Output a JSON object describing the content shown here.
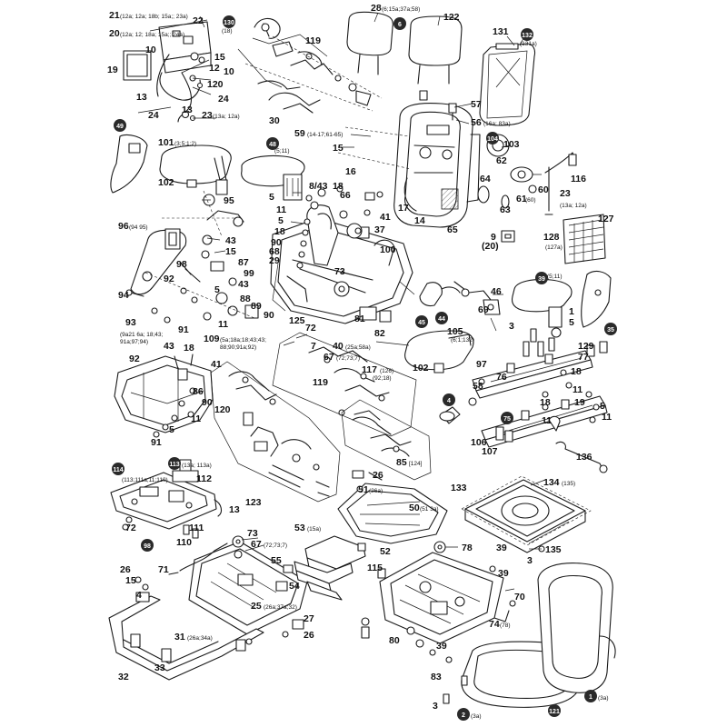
{
  "diagram": {
    "labels": [
      {
        "id": "L21",
        "t": "21"
      },
      {
        "id": "L21s",
        "t": "(12a; 12a; 18b; 15a;; 23a)"
      },
      {
        "id": "L22",
        "t": "22"
      },
      {
        "id": "L20",
        "t": "20"
      },
      {
        "id": "L20s",
        "t": "(12a; 12; 18a; 15a;; 24a)"
      },
      {
        "id": "L10",
        "t": "10"
      },
      {
        "id": "L15",
        "t": "15"
      },
      {
        "id": "L19",
        "t": "19"
      },
      {
        "id": "L12",
        "t": "12"
      },
      {
        "id": "L10b",
        "t": "10"
      },
      {
        "id": "L120",
        "t": "120"
      },
      {
        "id": "L13",
        "t": "13"
      },
      {
        "id": "L24a",
        "t": "24"
      },
      {
        "id": "L24b",
        "t": "24"
      },
      {
        "id": "L13b",
        "t": "13"
      },
      {
        "id": "L23",
        "t": "23"
      },
      {
        "id": "L23s",
        "t": "(13a; 12a)"
      },
      {
        "id": "L130",
        "t": "(18)"
      },
      {
        "id": "L119",
        "t": "119"
      },
      {
        "id": "L30",
        "t": "30"
      },
      {
        "id": "L28",
        "t": "28"
      },
      {
        "id": "L28s",
        "t": "(6;15a;37a;58)"
      },
      {
        "id": "L122",
        "t": "122"
      },
      {
        "id": "L131",
        "t": "131"
      },
      {
        "id": "L132s",
        "t": "(131a)"
      },
      {
        "id": "L57",
        "t": "57"
      },
      {
        "id": "L56",
        "t": "56"
      },
      {
        "id": "L56s",
        "t": "(16a; 83a)"
      },
      {
        "id": "L59",
        "t": "59"
      },
      {
        "id": "L59s",
        "t": "(14-17;61-65)"
      },
      {
        "id": "L15c",
        "t": "15"
      },
      {
        "id": "L16",
        "t": "16"
      },
      {
        "id": "L103",
        "t": "103"
      },
      {
        "id": "L62",
        "t": "62"
      },
      {
        "id": "L116",
        "t": "116"
      },
      {
        "id": "L64",
        "t": "64"
      },
      {
        "id": "L60",
        "t": "60"
      },
      {
        "id": "L61",
        "t": "61"
      },
      {
        "id": "L61s",
        "t": "(60)"
      },
      {
        "id": "L63",
        "t": "63"
      },
      {
        "id": "L23b",
        "t": "23"
      },
      {
        "id": "L23bs",
        "t": "(13a; 12a)"
      },
      {
        "id": "L127",
        "t": "127"
      },
      {
        "id": "L128",
        "t": "128"
      },
      {
        "id": "L128s",
        "t": "(127a)"
      },
      {
        "id": "L9",
        "t": "9"
      },
      {
        "id": "L20b",
        "t": "(20)"
      },
      {
        "id": "L101",
        "t": "101"
      },
      {
        "id": "L101s",
        "t": "(3;5;1;2)"
      },
      {
        "id": "L102",
        "t": "102"
      },
      {
        "id": "L48s",
        "t": "(5;11)"
      },
      {
        "id": "L8",
        "t": "8/43"
      },
      {
        "id": "L18",
        "t": "18"
      },
      {
        "id": "L66",
        "t": "66"
      },
      {
        "id": "L5",
        "t": "5"
      },
      {
        "id": "L11",
        "t": "11"
      },
      {
        "id": "L95",
        "t": "95"
      },
      {
        "id": "L96",
        "t": "96"
      },
      {
        "id": "L96s",
        "t": "(94 95)"
      },
      {
        "id": "L43",
        "t": "43"
      },
      {
        "id": "L15d",
        "t": "15"
      },
      {
        "id": "L87",
        "t": "87"
      },
      {
        "id": "L99",
        "t": "99"
      },
      {
        "id": "L98",
        "t": "98"
      },
      {
        "id": "L92",
        "t": "92"
      },
      {
        "id": "L43b",
        "t": "43"
      },
      {
        "id": "L5b",
        "t": "5"
      },
      {
        "id": "L88",
        "t": "88"
      },
      {
        "id": "L89",
        "t": "89"
      },
      {
        "id": "L90",
        "t": "90"
      },
      {
        "id": "L94",
        "t": "94"
      },
      {
        "id": "L93",
        "t": "93"
      },
      {
        "id": "L93s",
        "t": "(9a21 6a; 18;43;",
        "t2": "91a;97;94)"
      },
      {
        "id": "L91",
        "t": "91"
      },
      {
        "id": "L11b",
        "t": "11"
      },
      {
        "id": "L5c",
        "t": "5"
      },
      {
        "id": "L18b",
        "t": "18"
      },
      {
        "id": "L90b",
        "t": "90"
      },
      {
        "id": "L68",
        "t": "68"
      },
      {
        "id": "L29",
        "t": "29"
      },
      {
        "id": "L17",
        "t": "17"
      },
      {
        "id": "L14",
        "t": "14"
      },
      {
        "id": "L65",
        "t": "65"
      },
      {
        "id": "L41",
        "t": "41"
      },
      {
        "id": "L37",
        "t": "37"
      },
      {
        "id": "L100",
        "t": "100"
      },
      {
        "id": "L73",
        "t": "73"
      },
      {
        "id": "L125",
        "t": "125"
      },
      {
        "id": "L72",
        "t": "72"
      },
      {
        "id": "L81",
        "t": "81"
      },
      {
        "id": "L7",
        "t": "7"
      },
      {
        "id": "L40",
        "t": "40"
      },
      {
        "id": "L40s",
        "t": "(25a;58a)"
      },
      {
        "id": "L67",
        "t": "67"
      },
      {
        "id": "L67s",
        "t": "(72;73;7)"
      },
      {
        "id": "L82",
        "t": "82"
      },
      {
        "id": "L117",
        "t": "117"
      },
      {
        "id": "L117s",
        "t": "(126)",
        "t2": "(92;18)"
      },
      {
        "id": "L46",
        "t": "46"
      },
      {
        "id": "L69",
        "t": "69"
      },
      {
        "id": "L3",
        "t": "3"
      },
      {
        "id": "L105",
        "t": "105"
      },
      {
        "id": "L105s",
        "t": "(6;1;132)"
      },
      {
        "id": "L1",
        "t": "1"
      },
      {
        "id": "L5d",
        "t": "5"
      },
      {
        "id": "L39s",
        "t": "(5;11)"
      },
      {
        "id": "L43c",
        "t": "43"
      },
      {
        "id": "L18c",
        "t": "18"
      },
      {
        "id": "L109",
        "t": "109"
      },
      {
        "id": "L109s",
        "t": "(5a;18a;18;43;43;",
        "t2": "88;90;91a;92)"
      },
      {
        "id": "L41b",
        "t": "41"
      },
      {
        "id": "L92b",
        "t": "92"
      },
      {
        "id": "L86",
        "t": "86"
      },
      {
        "id": "L90c",
        "t": "90"
      },
      {
        "id": "L11c",
        "t": "11"
      },
      {
        "id": "L5e",
        "t": "5"
      },
      {
        "id": "L91b",
        "t": "91"
      },
      {
        "id": "L119b",
        "t": "119"
      },
      {
        "id": "L120b",
        "t": "120"
      },
      {
        "id": "L123",
        "t": "123"
      },
      {
        "id": "L85",
        "t": "85"
      },
      {
        "id": "L85s",
        "t": "[124]"
      },
      {
        "id": "L102b",
        "t": "102"
      },
      {
        "id": "L129",
        "t": "129"
      },
      {
        "id": "L77",
        "t": "77"
      },
      {
        "id": "L97",
        "t": "97"
      },
      {
        "id": "L76",
        "t": "76"
      },
      {
        "id": "L58",
        "t": "58"
      },
      {
        "id": "L18d",
        "t": "18"
      },
      {
        "id": "L11d",
        "t": "11"
      },
      {
        "id": "L19b",
        "t": "19"
      },
      {
        "id": "L18e",
        "t": "18"
      },
      {
        "id": "L11e",
        "t": "11"
      },
      {
        "id": "L106",
        "t": "106"
      },
      {
        "id": "L107",
        "t": "107"
      },
      {
        "id": "L136",
        "t": "136"
      },
      {
        "id": "L5f",
        "t": "5"
      },
      {
        "id": "L11f",
        "t": "11"
      },
      {
        "id": "L112",
        "t": "112"
      },
      {
        "id": "L113s",
        "t": "(13a; 113a)"
      },
      {
        "id": "L114s",
        "t": "(113;111a;11;110)"
      },
      {
        "id": "L72b",
        "t": "72"
      },
      {
        "id": "L111",
        "t": "111"
      },
      {
        "id": "L110",
        "t": "110"
      },
      {
        "id": "L13c",
        "t": "13"
      },
      {
        "id": "L26",
        "t": "26"
      },
      {
        "id": "L51",
        "t": "51"
      },
      {
        "id": "L51s",
        "t": "(26a)"
      },
      {
        "id": "L50",
        "t": "50"
      },
      {
        "id": "L50s",
        "t": "(51 3a)"
      },
      {
        "id": "L134",
        "t": "134"
      },
      {
        "id": "L134s",
        "t": "(135)"
      },
      {
        "id": "L133",
        "t": "133"
      },
      {
        "id": "L135",
        "t": "135"
      },
      {
        "id": "L3b",
        "t": "3"
      },
      {
        "id": "L73b",
        "t": "73"
      },
      {
        "id": "L67b",
        "t": "67"
      },
      {
        "id": "L67bs",
        "t": "(72;73;7)"
      },
      {
        "id": "L53",
        "t": "53"
      },
      {
        "id": "L53s",
        "t": "(15a)"
      },
      {
        "id": "L52",
        "t": "52"
      },
      {
        "id": "L55",
        "t": "55"
      },
      {
        "id": "L54",
        "t": "54"
      },
      {
        "id": "L71",
        "t": "71"
      },
      {
        "id": "L115",
        "t": "115"
      },
      {
        "id": "L78",
        "t": "78"
      },
      {
        "id": "L39",
        "t": "39"
      },
      {
        "id": "L26b",
        "t": "26"
      },
      {
        "id": "L15e",
        "t": "15"
      },
      {
        "id": "L39b",
        "t": "39"
      },
      {
        "id": "L4",
        "t": "4"
      },
      {
        "id": "L70",
        "t": "70"
      },
      {
        "id": "L25",
        "t": "25"
      },
      {
        "id": "L25s",
        "t": "(26a;37a;32)"
      },
      {
        "id": "L27",
        "t": "27"
      },
      {
        "id": "L26c",
        "t": "26"
      },
      {
        "id": "L74",
        "t": "74"
      },
      {
        "id": "L74s",
        "t": "(78)"
      },
      {
        "id": "L80",
        "t": "80"
      },
      {
        "id": "L39c",
        "t": "39"
      },
      {
        "id": "L31",
        "t": "31"
      },
      {
        "id": "L31s",
        "t": "(26a;34a)"
      },
      {
        "id": "L32",
        "t": "32"
      },
      {
        "id": "L33",
        "t": "33"
      },
      {
        "id": "L83",
        "t": "83"
      },
      {
        "id": "L3c",
        "t": "3"
      },
      {
        "id": "L2s",
        "t": "(3a)"
      },
      {
        "id": "L1s",
        "t": "(3a)"
      }
    ],
    "badges": [
      {
        "id": "B130",
        "t": "130"
      },
      {
        "id": "B6",
        "t": "6"
      },
      {
        "id": "B132",
        "t": "132"
      },
      {
        "id": "B49",
        "t": "49"
      },
      {
        "id": "B48",
        "t": "48"
      },
      {
        "id": "B104",
        "t": "104"
      },
      {
        "id": "B39",
        "t": "39"
      },
      {
        "id": "B45",
        "t": "45"
      },
      {
        "id": "B44",
        "t": "44"
      },
      {
        "id": "B35",
        "t": "35"
      },
      {
        "id": "B4",
        "t": "4"
      },
      {
        "id": "B75",
        "t": "75"
      },
      {
        "id": "B114",
        "t": "114"
      },
      {
        "id": "B113",
        "t": "113"
      },
      {
        "id": "B98",
        "t": "98"
      },
      {
        "id": "B121",
        "t": "121"
      },
      {
        "id": "B2",
        "t": "2"
      },
      {
        "id": "B1",
        "t": "1"
      }
    ]
  }
}
